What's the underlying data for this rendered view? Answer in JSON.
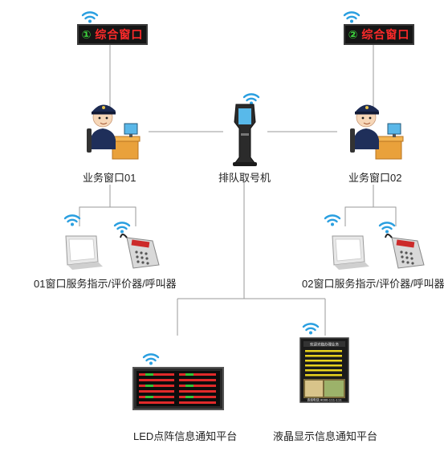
{
  "signs": [
    {
      "index": "①",
      "text": "综合窗口"
    },
    {
      "index": "②",
      "text": "综合窗口"
    }
  ],
  "labels": {
    "window1": "业务窗口01",
    "window2": "业务窗口02",
    "kiosk": "排队取号机",
    "devices1": "01窗口服务指示/评价器/呼叫器",
    "devices2": "02窗口服务指示/评价器/呼叫器",
    "led_platform": "LED点阵信息通知平台",
    "lcd_platform": "液晶显示信息通知平台"
  },
  "lcd": {
    "header": "欢迎光临办理业务",
    "phone": "咨询电话:4000-111-111"
  },
  "icons": [
    "wifi-icon",
    "clerk-icon",
    "kiosk-icon",
    "tablet-icon",
    "keypad-icon",
    "led-board-icon",
    "lcd-screen-icon"
  ],
  "colors": {
    "wifi": "#2a9fe0",
    "led_text": "#ff2a2a",
    "led_index": "#3dd43d",
    "line": "#9a9a9a"
  }
}
